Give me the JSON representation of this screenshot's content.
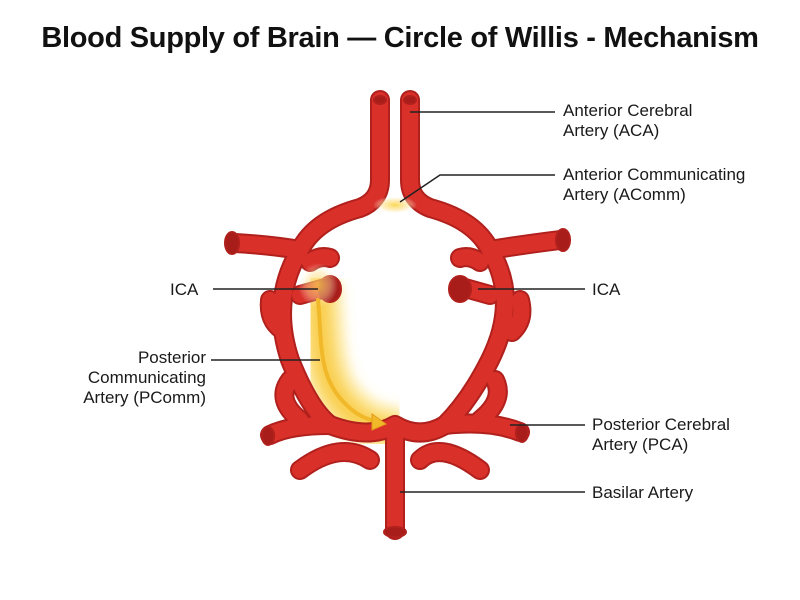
{
  "title": "Blood Supply of Brain — Circle of Willis - Mechanism",
  "colors": {
    "artery": "#d9302a",
    "artery_outline": "#b0201c",
    "glow": "#f7c531",
    "glow_soft": "#fde9a6",
    "arrow": "#f1b92a",
    "leader_line": "#222222"
  },
  "labels": {
    "aca": [
      "Anterior Cerebral",
      "Artery (ACA)"
    ],
    "acomm": [
      "Anterior Communicating",
      "Artery (AComm)"
    ],
    "ica_left": "ICA",
    "ica_right": "ICA",
    "pcomm": [
      "Posterior",
      "Communicating",
      "Artery (PComm)"
    ],
    "pca": [
      "Posterior Cerebral",
      "Artery (PCA)"
    ],
    "basilar": "Basilar Artery"
  }
}
